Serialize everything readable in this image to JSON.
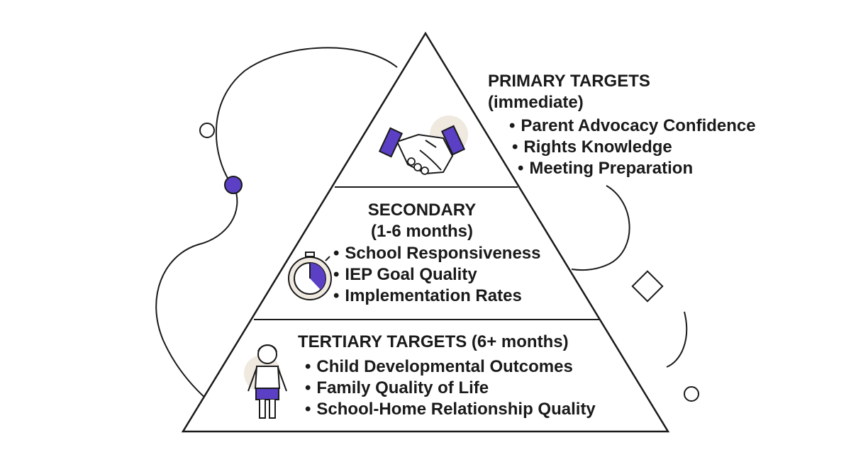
{
  "primary": {
    "title": "PRIMARY TARGETS",
    "subtitle": "(immediate)",
    "items": [
      "Parent Advocacy Confidence",
      "Rights Knowledge",
      "Meeting Preparation"
    ],
    "icon": "handshake-icon"
  },
  "secondary": {
    "title": "SECONDARY",
    "subtitle": "(1-6 months)",
    "items": [
      "School Responsiveness",
      "IEP Goal Quality",
      "Implementation Rates"
    ],
    "icon": "stopwatch-icon"
  },
  "tertiary": {
    "title": "TERTIARY TARGETS (6+ months)",
    "items": [
      "Child Developmental Outcomes",
      "Family Quality of Life",
      "School-Home Relationship Quality"
    ],
    "icon": "child-icon"
  },
  "colors": {
    "accent": "#5b3fc4",
    "stroke": "#1a1a1a",
    "highlight": "#efe9e0"
  }
}
